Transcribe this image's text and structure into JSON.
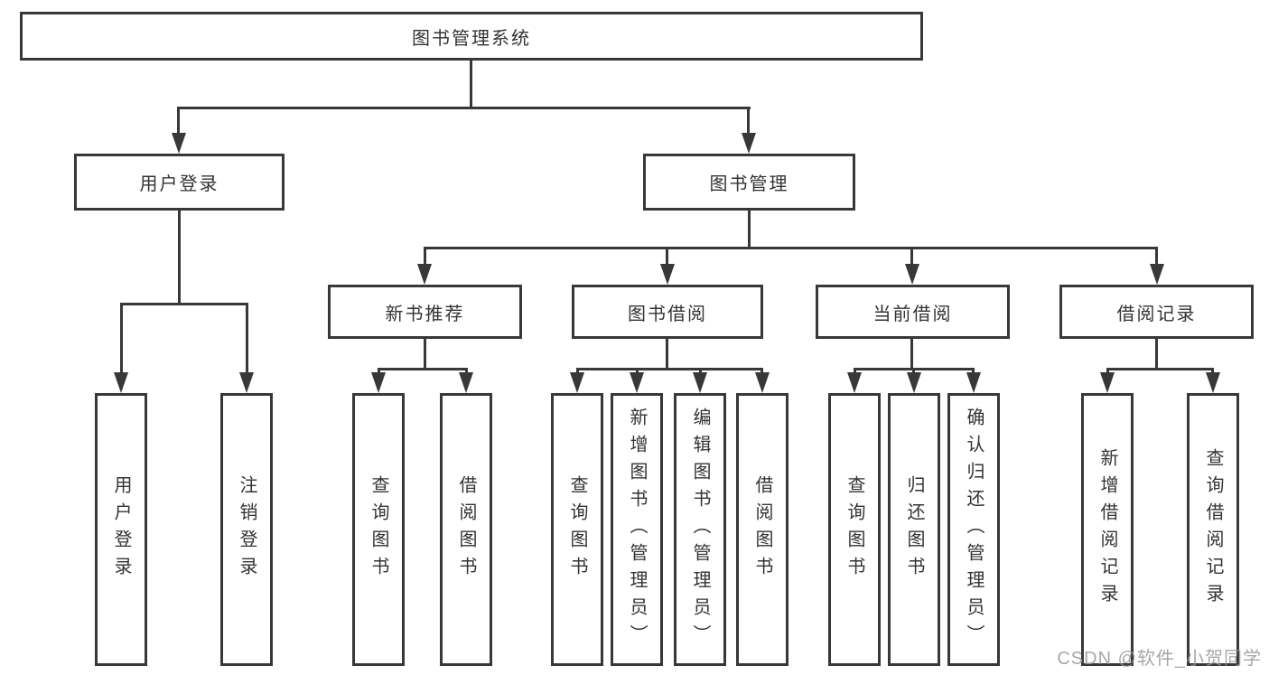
{
  "diagram_title": "图书管理系统",
  "watermark": "CSDN @软件_小贺同学",
  "colors": {
    "line": "#383838",
    "text": "#333333",
    "background": "#ffffff",
    "watermark": "#969696"
  },
  "tree": {
    "root": "图书管理系统",
    "branches": [
      {
        "label": "用户登录",
        "children": [
          "用户登录",
          "注销登录"
        ]
      },
      {
        "label": "图书管理",
        "groups": [
          {
            "label": "新书推荐",
            "children": [
              "查询图书",
              "借阅图书"
            ]
          },
          {
            "label": "图书借阅",
            "children": [
              "查询图书",
              "新增图书（管理员）",
              "编辑图书（管理员）",
              "借阅图书"
            ]
          },
          {
            "label": "当前借阅",
            "children": [
              "查询图书",
              "归还图书",
              "确认归还（管理员）"
            ]
          },
          {
            "label": "借阅记录",
            "children": [
              "新增借阅记录",
              "查询借阅记录"
            ]
          }
        ]
      }
    ]
  }
}
